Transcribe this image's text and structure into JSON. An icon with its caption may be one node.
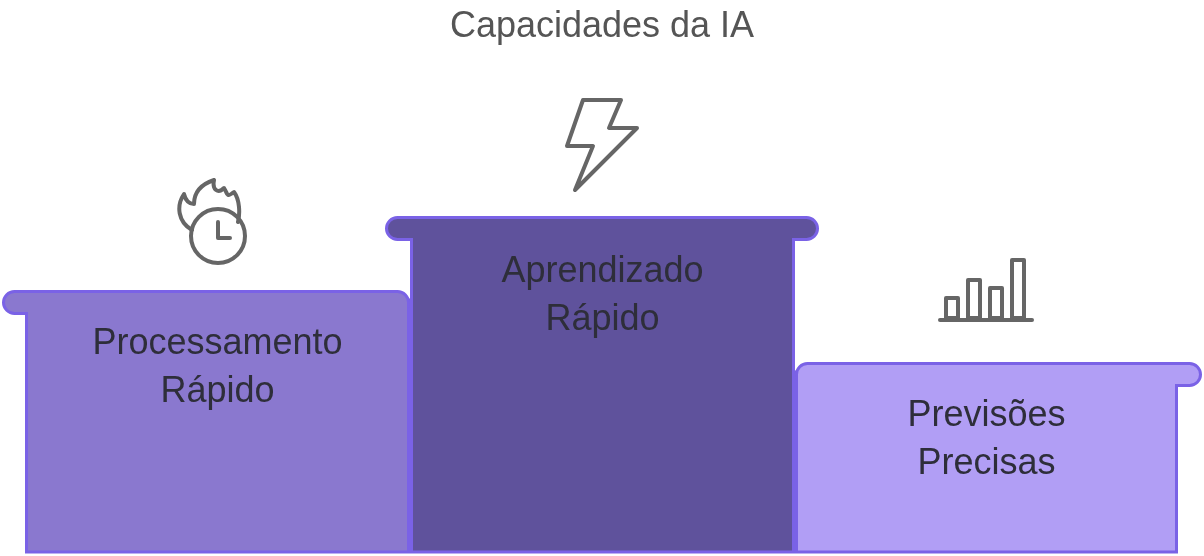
{
  "diagram": {
    "title": "Capacidades da IA",
    "nodes": [
      {
        "text": [
          "Processamento Rápido"
        ]
      },
      {
        "text": [
          "Aprendizado Rápido"
        ]
      },
      {
        "text": [
          "Previsões Precisas"
        ]
      }
    ]
  }
}
